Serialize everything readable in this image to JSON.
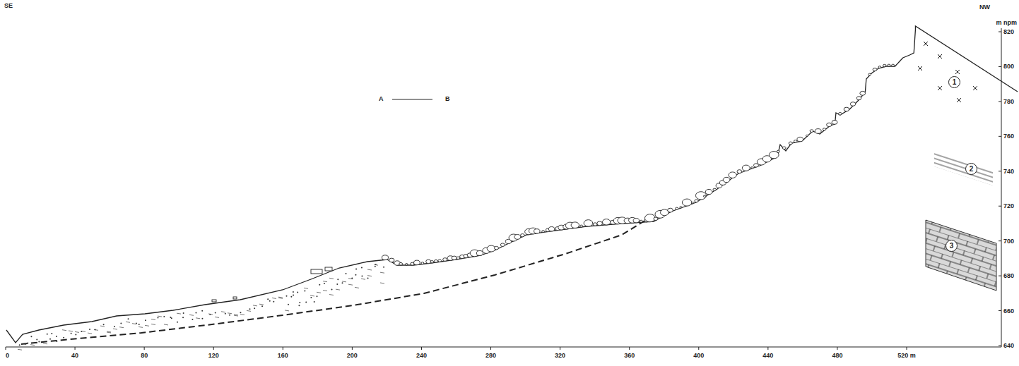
{
  "diagram": {
    "labels": [
      "SE",
      "NW",
      "m npm",
      "A",
      "B",
      "820",
      "800",
      "780",
      "760",
      "740",
      "720",
      "700",
      "680",
      "660",
      "640",
      "0",
      "40",
      "80",
      "120",
      "160",
      "200",
      "240",
      "280",
      "320",
      "360",
      "400",
      "440",
      "480",
      "520 m"
    ],
    "legend": [
      {
        "text": "1"
      },
      {
        "text": "2"
      },
      {
        "text": "3"
      }
    ]
  }
}
